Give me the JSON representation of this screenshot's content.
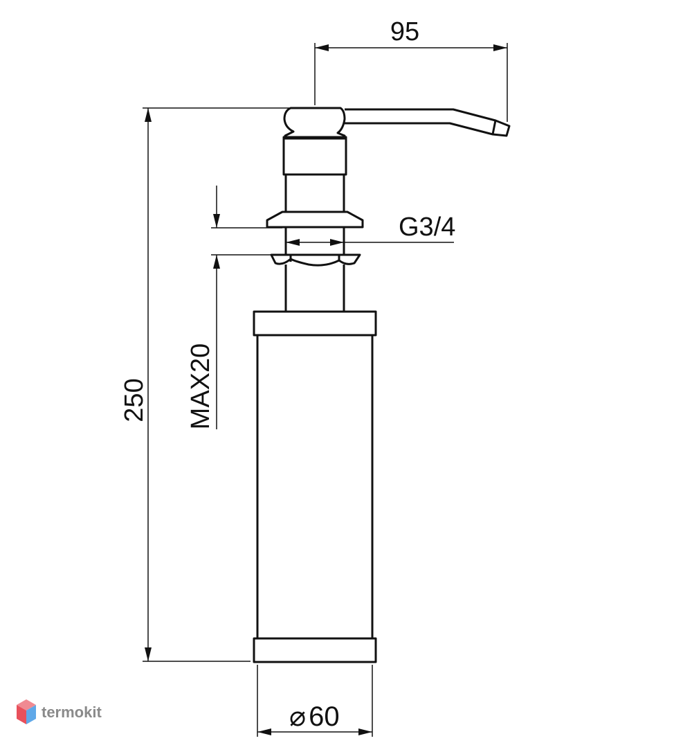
{
  "dimensions": {
    "spout_reach": "95",
    "total_height": "250",
    "max_thickness": "MAX20",
    "thread": "G3/4",
    "diameter_symbol": "⌀",
    "diameter_value": "60"
  },
  "watermark": {
    "brand": "termokit"
  },
  "colors": {
    "line": "#111111",
    "background": "#ffffff",
    "logo_red": "#e8505b",
    "logo_blue": "#5fa8e8",
    "logo_text": "#8a8a8a"
  }
}
